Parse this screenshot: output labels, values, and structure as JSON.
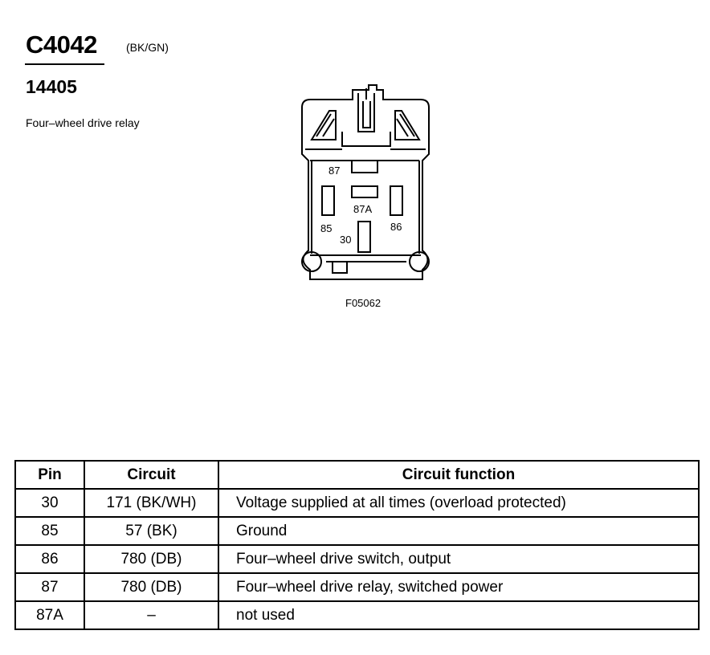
{
  "connector": {
    "id": "C4042",
    "color": "(BK/GN)",
    "part_number": "14405",
    "description": "Four–wheel drive relay"
  },
  "diagram": {
    "pin_labels": {
      "p87": "87",
      "p87a": "87A",
      "p85": "85",
      "p86": "86",
      "p30": "30"
    },
    "figure_code": "F05062"
  },
  "table": {
    "headers": {
      "pin": "Pin",
      "circuit": "Circuit",
      "function": "Circuit function"
    },
    "rows": [
      {
        "pin": "30",
        "circuit": "171 (BK/WH)",
        "function": "Voltage supplied at all times (overload protected)"
      },
      {
        "pin": "85",
        "circuit": "57 (BK)",
        "function": "Ground"
      },
      {
        "pin": "86",
        "circuit": "780 (DB)",
        "function": "Four–wheel drive switch, output"
      },
      {
        "pin": "87",
        "circuit": "780 (DB)",
        "function": "Four–wheel drive relay, switched power"
      },
      {
        "pin": "87A",
        "circuit": "–",
        "function": "not used"
      }
    ]
  }
}
